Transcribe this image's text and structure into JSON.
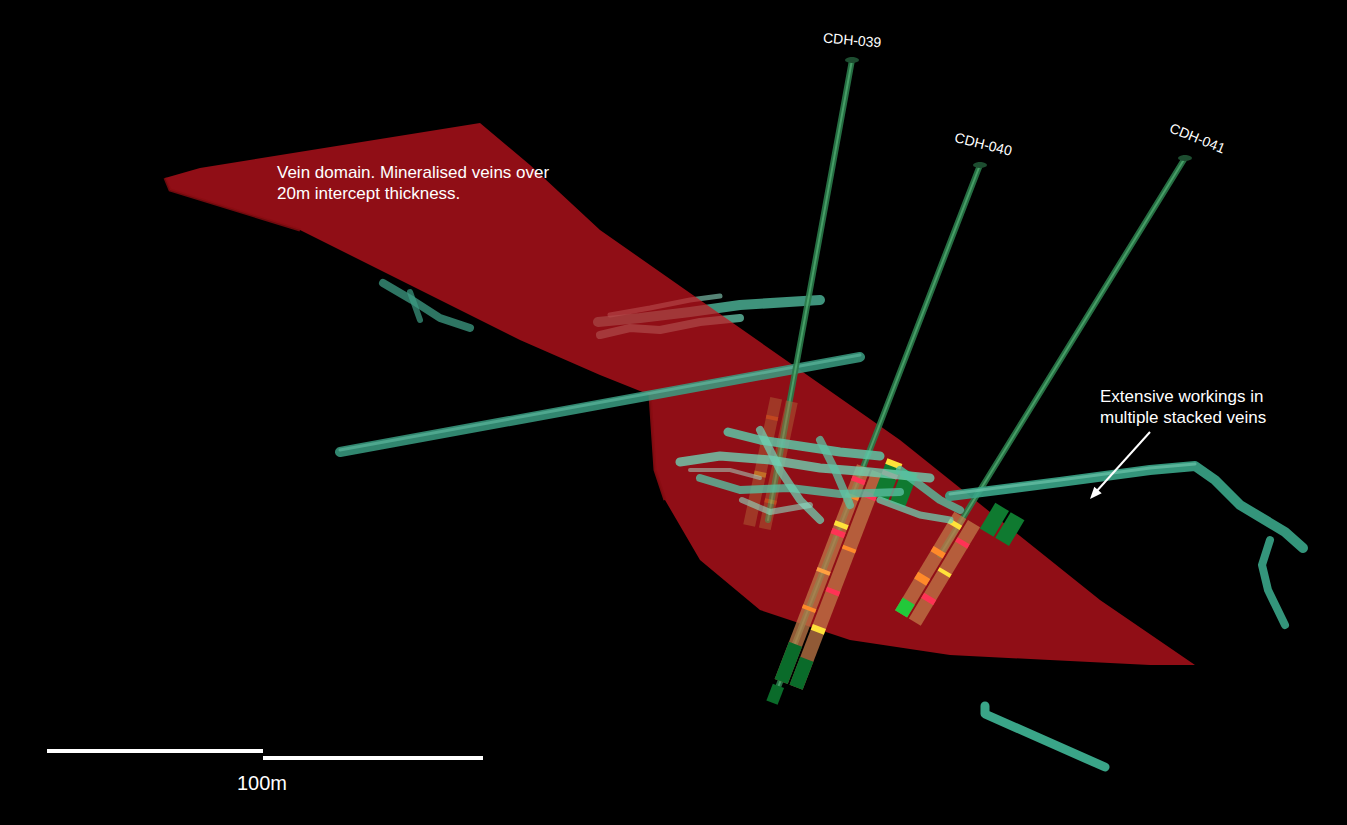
{
  "diagram": {
    "labels": [
      "Vein domain. Mineralised veins over 20m intercept thickness.",
      "CDH-039",
      "CDH-040",
      "CDH-041",
      "Extensive workings in multiple stacked veins",
      "100m"
    ]
  }
}
